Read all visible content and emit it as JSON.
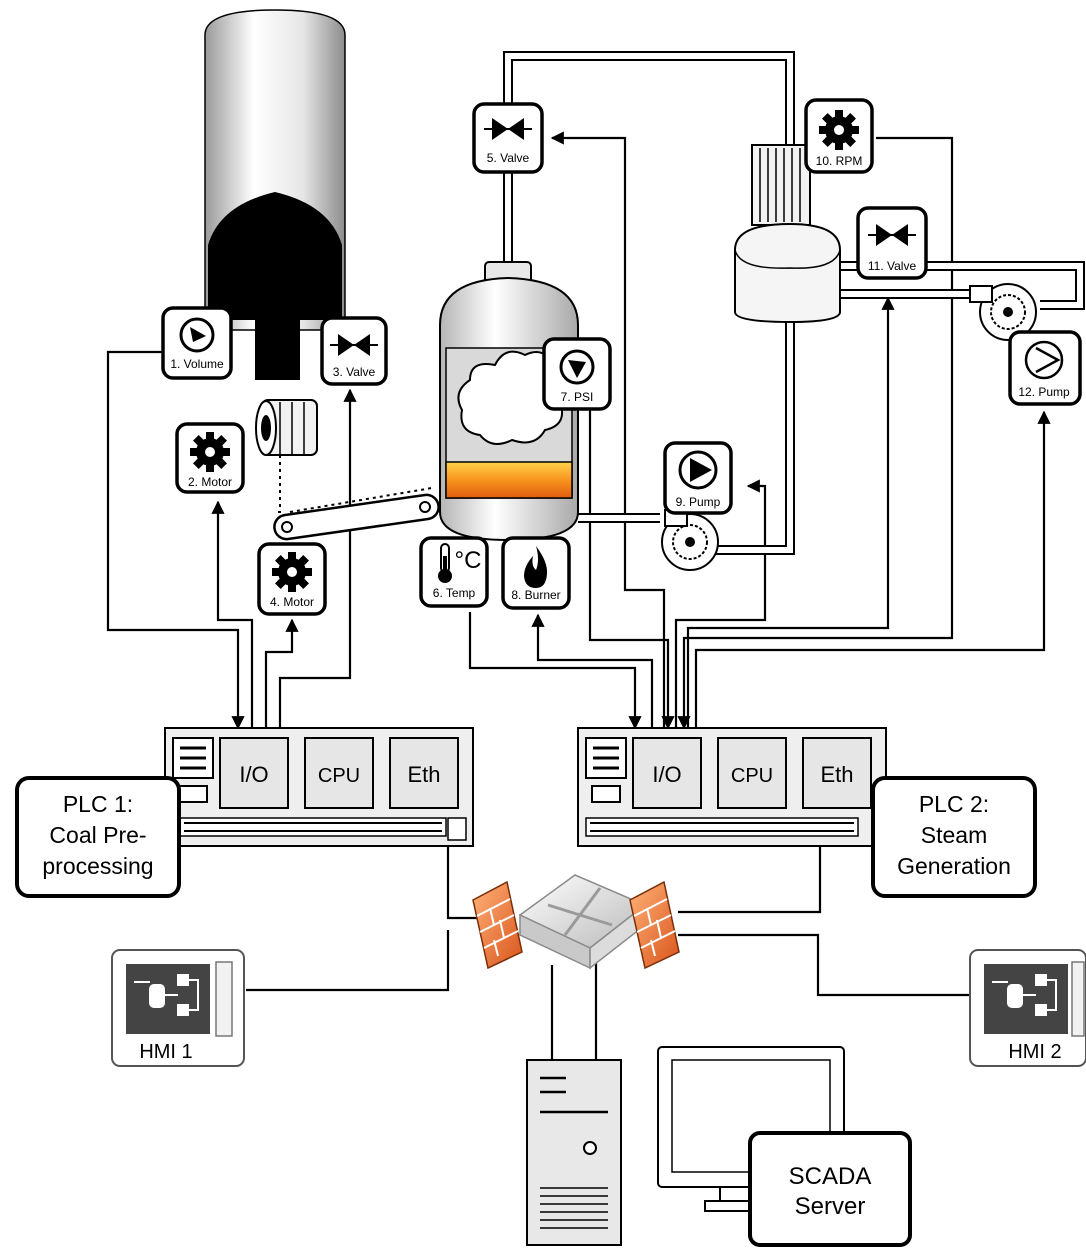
{
  "plc1": {
    "title_lines": [
      "PLC 1:",
      "Coal Pre-",
      "processing"
    ],
    "modules": [
      "I/O",
      "CPU",
      "Eth"
    ]
  },
  "plc2": {
    "title_lines": [
      "PLC 2:",
      "Steam",
      "Generation"
    ],
    "modules": [
      "I/O",
      "CPU",
      "Eth"
    ]
  },
  "instruments": [
    {
      "id": "1",
      "label": "1. Volume",
      "icon": "gauge-icon"
    },
    {
      "id": "2",
      "label": "2. Motor",
      "icon": "gear-icon"
    },
    {
      "id": "3",
      "label": "3. Valve",
      "icon": "valve-icon"
    },
    {
      "id": "4",
      "label": "4. Motor",
      "icon": "gear-icon"
    },
    {
      "id": "5",
      "label": "5. Valve",
      "icon": "valve-icon"
    },
    {
      "id": "6",
      "label": "6. Temp",
      "icon": "thermometer-icon",
      "symbol": "°C"
    },
    {
      "id": "7",
      "label": "7. PSI",
      "icon": "gauge-icon"
    },
    {
      "id": "8",
      "label": "8. Burner",
      "icon": "flame-icon"
    },
    {
      "id": "9",
      "label": "9. Pump",
      "icon": "pump-icon"
    },
    {
      "id": "10",
      "label": "10. RPM",
      "icon": "gear-icon"
    },
    {
      "id": "11",
      "label": "11. Valve",
      "icon": "valve-icon"
    },
    {
      "id": "12",
      "label": "12. Pump",
      "icon": "pump-icon"
    }
  ],
  "hmi1": {
    "label": "HMI 1"
  },
  "hmi2": {
    "label": "HMI 2"
  },
  "scada": {
    "lines": [
      "SCADA",
      "Server"
    ]
  },
  "colors": {
    "firewall": "#e8742a",
    "boiler_fire": "#f7941d",
    "outline": "#000000",
    "panel_gray": "#e6e6e6"
  }
}
